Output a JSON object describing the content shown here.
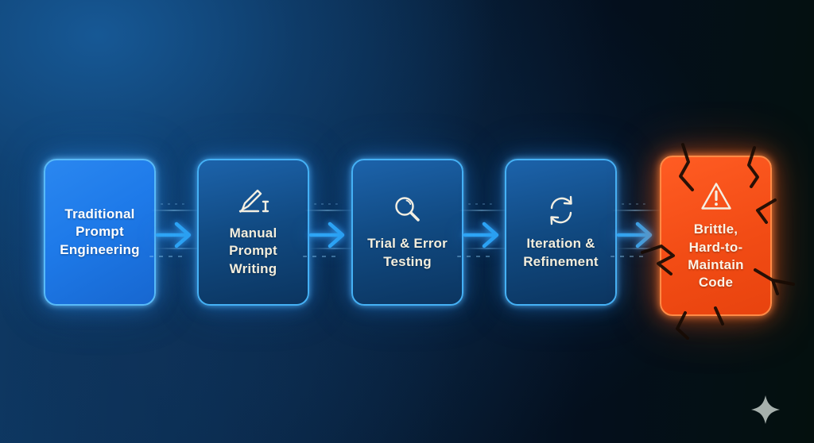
{
  "flow": {
    "steps": [
      {
        "label": "Traditional\nPrompt\nEngineering",
        "icon": "none",
        "style": "highlight-blue"
      },
      {
        "label": "Manual\nPrompt\nWriting",
        "icon": "pen-writing-icon",
        "style": "dark-blue"
      },
      {
        "label": "Trial & Error\nTesting",
        "icon": "magnifier-icon",
        "style": "dark-blue"
      },
      {
        "label": "Iteration &\nRefinement",
        "icon": "sync-arrows-icon",
        "style": "dark-blue"
      },
      {
        "label": "Brittle,\nHard-to-\nMaintain\nCode",
        "icon": "warning-triangle-icon",
        "style": "orange-cracked"
      }
    ],
    "connector": "arrow-right-icon"
  },
  "decor": {
    "corner_icon": "four-point-star-sparkle"
  },
  "colors": {
    "background_top_left": "#11497e",
    "background_dark": "#040d13",
    "box_bright_fill": "#1e7ae9",
    "box_dark_fill_top": "#1c63ab",
    "box_dark_fill_bottom": "#0b3560",
    "box_border_blue": "#45b1f5",
    "box_orange_fill": "#f4511b",
    "box_orange_border": "#ff8a46",
    "arrow_blue": "#2ea6f6",
    "text_white": "#ffffff",
    "text_cream": "#f3eedd",
    "crack_dark": "#170b04",
    "sparkle_gray": "#bdc7c2"
  }
}
